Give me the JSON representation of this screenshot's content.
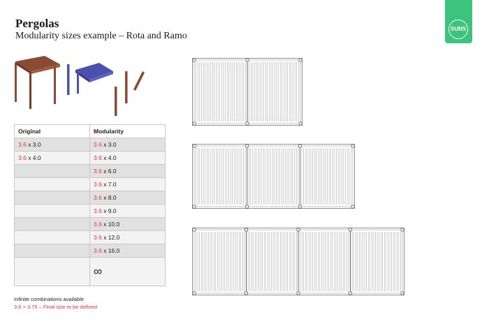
{
  "header": {
    "title": "Pergolas",
    "subtitle": "Modularity sizes example – Rota and Ramo"
  },
  "logo": {
    "text": "SUNS",
    "color": "#3cc47c"
  },
  "table": {
    "headers": [
      "Original",
      "Modularity"
    ],
    "rows": [
      {
        "original": {
          "red": "3.6",
          "rest": " x 3.0"
        },
        "modularity": {
          "red": "3.6",
          "rest": " x 3.0"
        }
      },
      {
        "original": {
          "red": "3.6",
          "rest": " x 4.0"
        },
        "modularity": {
          "red": "3.6",
          "rest": " x 4.0"
        }
      },
      {
        "original": null,
        "modularity": {
          "red": "3.6",
          "rest": " x 6.0"
        }
      },
      {
        "original": null,
        "modularity": {
          "red": "3.6",
          "rest": " x 7.0"
        }
      },
      {
        "original": null,
        "modularity": {
          "red": "3.6",
          "rest": " x 8.0"
        }
      },
      {
        "original": null,
        "modularity": {
          "red": "3.6",
          "rest": " x 9.0"
        }
      },
      {
        "original": null,
        "modularity": {
          "red": "3.6",
          "rest": " x 10.0"
        }
      },
      {
        "original": null,
        "modularity": {
          "red": "3.6",
          "rest": " x 12.0"
        }
      },
      {
        "original": null,
        "modularity": {
          "red": "3.6",
          "rest": " x 16.0"
        }
      }
    ],
    "infinity": "∞"
  },
  "notes": {
    "line1": "Infinite combinations available",
    "line2": "3.6 > 3.75 – Final size to be defined"
  },
  "plans": [
    {
      "modules": 2
    },
    {
      "modules": 3
    },
    {
      "modules": 4
    }
  ],
  "colors": {
    "accent_red": "#e0353d",
    "frame_brown": "#8a4a34",
    "louver_blue": "#4a4fb0"
  }
}
